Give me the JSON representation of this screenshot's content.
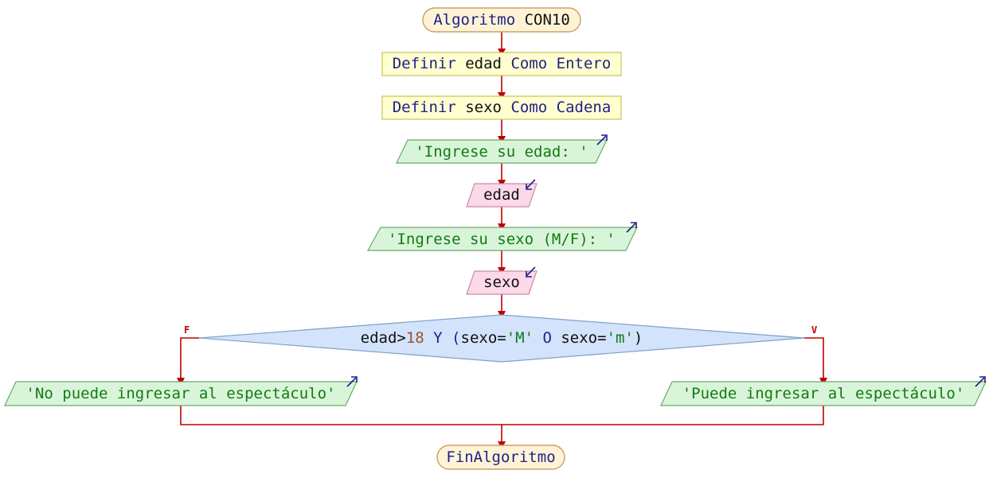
{
  "diagram": {
    "start": {
      "kw": "Algoritmo",
      "name": "CON10"
    },
    "def1": {
      "kw1": "Definir",
      "var": "edad",
      "kw2": "Como",
      "type": "Entero"
    },
    "def2": {
      "kw1": "Definir",
      "var": "sexo",
      "kw2": "Como",
      "type": "Cadena"
    },
    "out1": "'Ingrese su edad: '",
    "in1": "edad",
    "out2": "'Ingrese su sexo (M/F): '",
    "in2": "sexo",
    "decision": {
      "t1": "edad>",
      "num": "18",
      "t2": " Y (",
      "t3": "sexo=",
      "s1": "'M'",
      "t4": " O ",
      "t5": "sexo=",
      "s2": "'m'",
      "t6": ")"
    },
    "false_label": "F",
    "true_label": "V",
    "false_out": "'No puede ingresar al espectáculo'",
    "true_out": "'Puede ingresar al espectáculo'",
    "end": "FinAlgoritmo"
  },
  "colors": {
    "terminal_fill": "#fff3d6",
    "terminal_stroke": "#c9a068",
    "process_fill": "#ffffd0",
    "process_stroke": "#c8c060",
    "output_fill": "#d9f5d9",
    "output_stroke": "#6aa86a",
    "input_fill": "#fbd9e8",
    "input_stroke": "#c98aa6",
    "decision_fill": "#d2e3fb",
    "decision_stroke": "#7f9fc8",
    "connector": "#c00000",
    "keyword": "#1f1f8a",
    "string": "#137a13"
  }
}
